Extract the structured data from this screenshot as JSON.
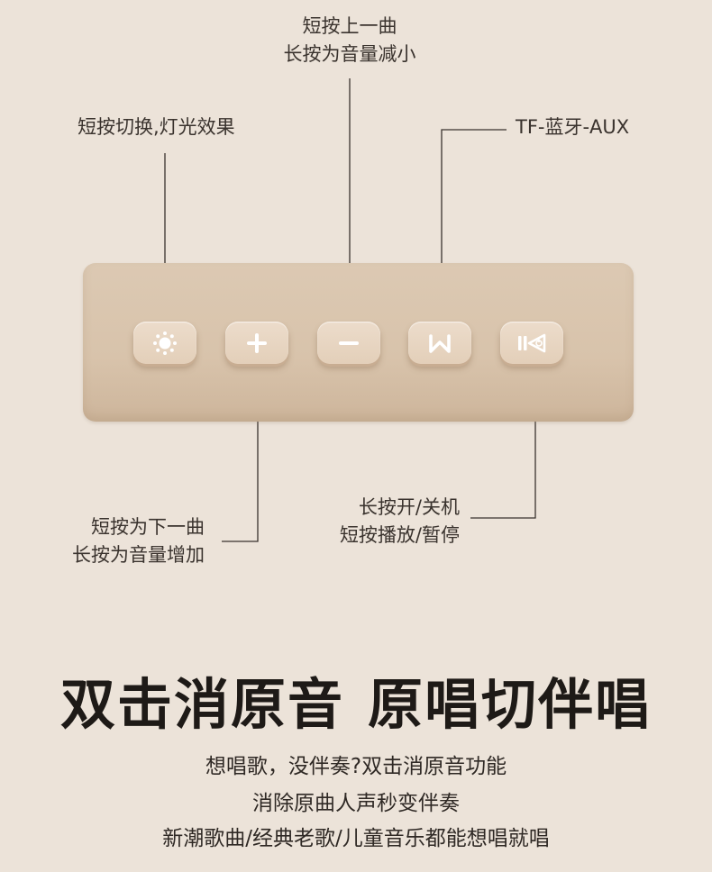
{
  "annotations": {
    "light": "短按切换,灯光效果",
    "minus": [
      "短按上一曲",
      "长按为音量减小"
    ],
    "mode": "TF-蓝牙-AUX",
    "plus": [
      "短按为下一曲",
      "长按为音量增加"
    ],
    "power": [
      "长按开/关机",
      "短按播放/暂停"
    ]
  },
  "buttons": [
    {
      "name": "light-button",
      "icon": "sun-icon"
    },
    {
      "name": "plus-button",
      "icon": "plus-icon"
    },
    {
      "name": "minus-button",
      "icon": "minus-icon"
    },
    {
      "name": "mode-button",
      "icon": "m-icon"
    },
    {
      "name": "power-play-button",
      "icon": "play-pause-power-icon"
    }
  ],
  "headline": {
    "part1": "双击消原音",
    "part2": "原唱切伴唱"
  },
  "description": [
    "想唱歌，没伴奏?双击消原音功能",
    "消除原曲人声秒变伴奏",
    "新潮歌曲/经典老歌/儿童音乐都能想唱就唱"
  ],
  "colors": {
    "background": "#ece3d9",
    "panel": "#d8c3ab",
    "button": "#e6d3bf",
    "line": "#3a332e",
    "icon": "#ffffff"
  }
}
